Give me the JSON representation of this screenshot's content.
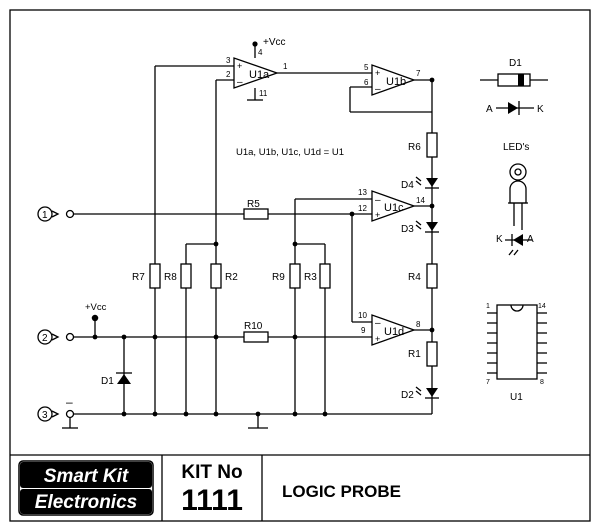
{
  "diagram": {
    "supply": {
      "vcc_top": "+Vcc",
      "vcc_left": "+Vcc",
      "gnd": "–"
    },
    "opamps": [
      {
        "id": "u1a",
        "label": "U1a",
        "pins": {
          "noninv": "3",
          "inv": "2",
          "out": "1",
          "vplus": "4",
          "vminus": "11"
        }
      },
      {
        "id": "u1b",
        "label": "U1b",
        "pins": {
          "noninv": "5",
          "inv": "6",
          "out": "7"
        }
      },
      {
        "id": "u1c",
        "label": "U1c",
        "pins": {
          "inv": "13",
          "noninv": "12",
          "out": "14"
        }
      },
      {
        "id": "u1d",
        "label": "U1d",
        "pins": {
          "inv": "10",
          "noninv": "9",
          "out": "8"
        }
      }
    ],
    "note": "U1a, U1b, U1c, U1d = U1",
    "resistors": {
      "r1": "R1",
      "r2": "R2",
      "r3": "R3",
      "r4": "R4",
      "r5": "R5",
      "r6": "R6",
      "r7": "R7",
      "r8": "R8",
      "r9": "R9",
      "r10": "R10"
    },
    "diodes": {
      "d1": "D1",
      "d2": "D2",
      "d3": "D3",
      "d4": "D4"
    },
    "terminals": [
      "1",
      "2",
      "3"
    ],
    "legend": {
      "diode_title": "D1",
      "anode": "A",
      "cathode": "K",
      "led_title": "LED's",
      "led_k": "K",
      "led_a": "A",
      "ic_name": "U1",
      "ic_pins": {
        "p1": "1",
        "p14": "14",
        "p7": "7",
        "p8": "8"
      }
    }
  },
  "footer": {
    "brand_line1": "Smart Kit",
    "brand_line2": "Electronics",
    "kit_label": "KIT No",
    "kit_number": "1111",
    "title": "LOGIC PROBE"
  }
}
